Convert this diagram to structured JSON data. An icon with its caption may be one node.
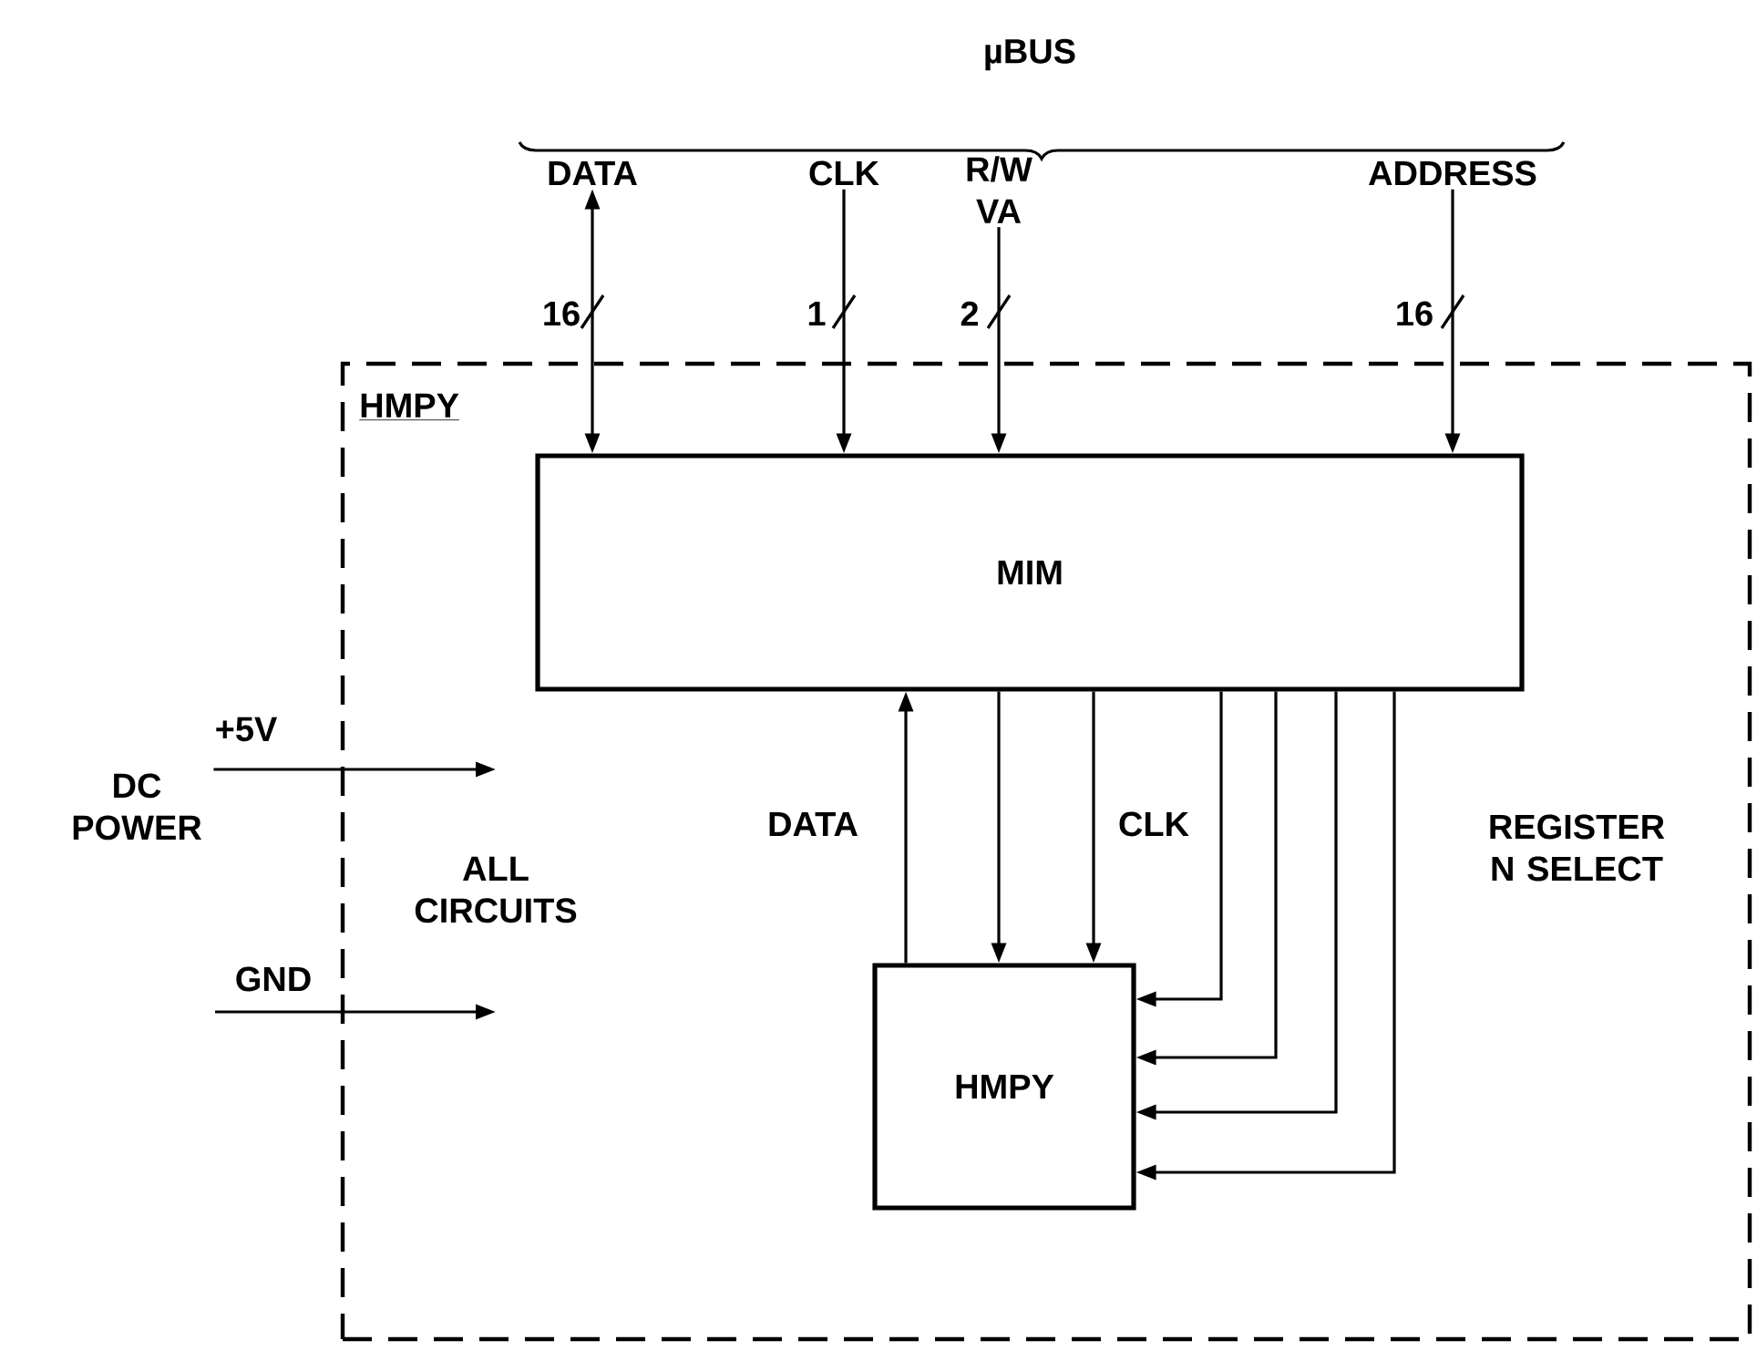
{
  "diagram": {
    "nodes": [
      {
        "text": [
          "HMPY"
        ]
      },
      {
        "text": [
          "MIM"
        ],
        "in": 0
      },
      {
        "text": [
          "HMPY"
        ],
        "in": 0
      },
      {
        "text": [
          "DATA"
        ]
      },
      {
        "text": [
          "CLK"
        ]
      },
      {
        "text": [
          "R/W VA"
        ]
      },
      {
        "text": [
          "ADDRESS"
        ]
      },
      {
        "text": [
          "DC POWER"
        ]
      },
      {
        "text": [
          "ALL CIRCUITS"
        ],
        "in": 0
      }
    ],
    "edges": [
      {
        "from": 3,
        "to": 1,
        "arrow": "both",
        "label": "16"
      },
      {
        "from": 4,
        "to": 1,
        "arrow": "to",
        "label": "1"
      },
      {
        "from": 5,
        "to": 1,
        "arrow": "to",
        "label": "2"
      },
      {
        "from": 6,
        "to": 1,
        "arrow": "to",
        "label": "16"
      },
      {
        "from": 2,
        "to": 1,
        "arrow": "to",
        "label": "DATA"
      },
      {
        "from": 1,
        "to": 2,
        "arrow": "to"
      },
      {
        "from": 1,
        "to": 2,
        "arrow": "to",
        "label": "CLK"
      },
      {
        "from": 1,
        "to": 2,
        "arrow": "to"
      },
      {
        "from": 1,
        "to": 2,
        "arrow": "to"
      },
      {
        "from": 1,
        "to": 2,
        "arrow": "to"
      },
      {
        "from": 1,
        "to": 2,
        "arrow": "to",
        "label": "REGISTER N SELECT"
      },
      {
        "from": 7,
        "to": 8,
        "arrow": "to",
        "label": "+5V"
      },
      {
        "from": null,
        "to": 8,
        "arrow": "to",
        "label": "GND"
      }
    ],
    "labels": [
      "µBUS"
    ]
  }
}
